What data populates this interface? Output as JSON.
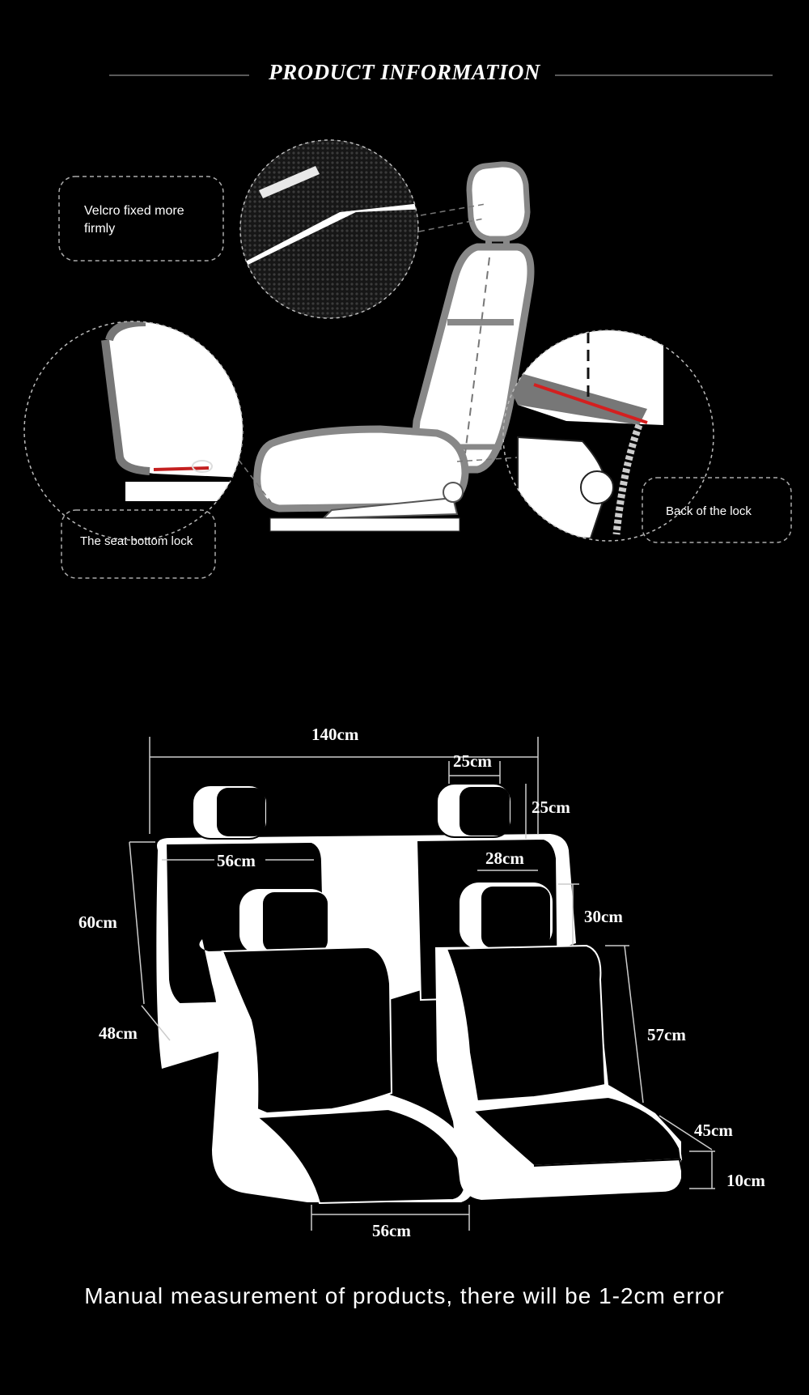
{
  "header": {
    "title": "PRODUCT INFORMATION"
  },
  "callouts": {
    "velcro": "Velcro fixed more firmly",
    "seat_bottom_lock": "The seat bottom lock",
    "back_lock": "Back of the lock"
  },
  "dimensions": {
    "overall_width": "140cm",
    "rear_headrest_width": "25cm",
    "rear_headrest_height": "25cm",
    "rear_back_width": "56cm",
    "front_headrest_width": "28cm",
    "front_headrest_height": "30cm",
    "rear_back_height": "60cm",
    "rear_seat_depth": "48cm",
    "front_back_height": "57cm",
    "front_seat_depth": "45cm",
    "front_seat_thickness": "10cm",
    "front_seat_width": "56cm"
  },
  "footer": {
    "note": "Manual measurement of products, there will be 1-2cm error"
  },
  "colors": {
    "background": "#000000",
    "line": "#ffffff",
    "accent_strap": "#d41f1f"
  }
}
